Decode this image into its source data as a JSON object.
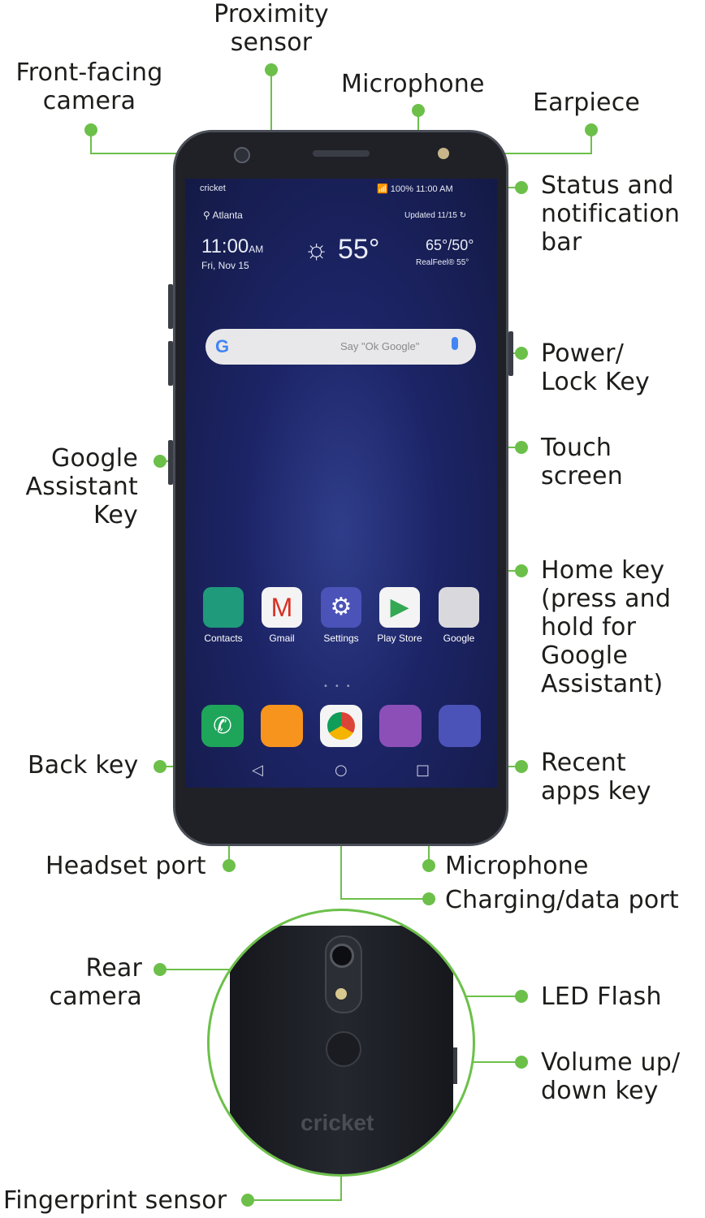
{
  "labels": {
    "proximity_sensor": "Proximity\nsensor",
    "front_camera": "Front-facing\ncamera",
    "microphone_top": "Microphone",
    "earpiece": "Earpiece",
    "status_bar": "Status and\nnotification\nbar",
    "power_key": "Power/\nLock Key",
    "touch_screen": "Touch\nscreen",
    "assistant_key": "Google\nAssistant\nKey",
    "home_key": "Home key\n(press and\nhold for\nGoogle\nAssistant)",
    "back_key": "Back key",
    "recent_apps_key": "Recent\napps key",
    "headset_port": "Headset port",
    "microphone_bottom": "Microphone",
    "charging_port": "Charging/data port",
    "rear_camera": "Rear\ncamera",
    "led_flash": "LED Flash",
    "volume_key": "Volume up/\ndown key",
    "fingerprint_sensor": "Fingerprint sensor"
  },
  "screen": {
    "carrier": "cricket",
    "status_right": "100% 11:00 AM",
    "location": "Atlanta",
    "updated": "Updated 11/15",
    "time": "11:00",
    "ampm": "AM",
    "date": "Fri, Nov 15",
    "temp": "55°",
    "hilo": "65°/50°",
    "realfeel": "RealFeel® 55°",
    "search_hint": "Say \"Ok Google\"",
    "apps": [
      {
        "name": "Contacts",
        "color": "#1f9a7a"
      },
      {
        "name": "Gmail",
        "color": "#f4f4f4"
      },
      {
        "name": "Settings",
        "color": "#4b53b8"
      },
      {
        "name": "Play Store",
        "color": "#f4f4f4"
      },
      {
        "name": "Google",
        "color": "#d9d9dd"
      }
    ],
    "dock_colors": [
      "#1fa55a",
      "#f7941d",
      "#f4f4f4",
      "#8c4fb8",
      "#4b53b8"
    ]
  },
  "rear": {
    "brand": "cricket"
  },
  "colors": {
    "accent": "#6cc04a",
    "text": "#1d1d1b"
  }
}
